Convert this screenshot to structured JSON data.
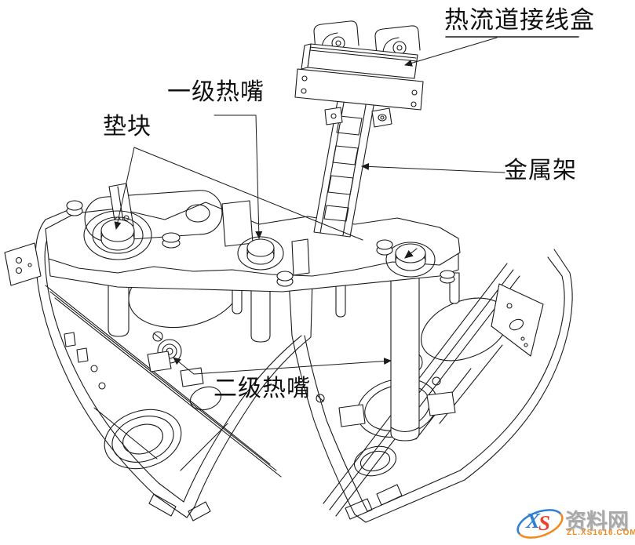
{
  "drawing": {
    "title": "hot-runner mold assembly diagram",
    "line_color": "#1b1b1b",
    "background": "#ffffff",
    "labels": {
      "junction_box": "热流道接线盒",
      "primary_nozzle": "一级热嘴",
      "spacer": "垫块",
      "metal_frame": "金属架",
      "secondary_nozzle": "二级热嘴"
    }
  },
  "watermark": {
    "logo_x": "X",
    "logo_s": "S",
    "site_name": "资料网",
    "site_url": "ZL.XS1616.COM",
    "colors": {
      "blue": "#2f7fd3",
      "orange": "#f08a1d",
      "red": "#e8432d",
      "gray": "#a9a9a9"
    }
  }
}
